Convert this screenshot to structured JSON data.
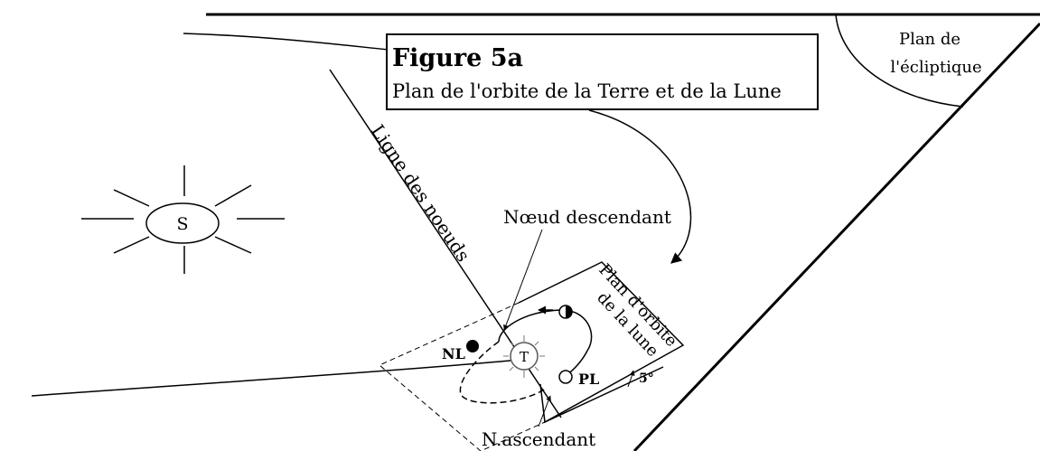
{
  "figure": {
    "title": "Figure 5a",
    "subtitle": "Plan de l'orbite de la Terre et de la Lune"
  },
  "labels": {
    "ecliptic_plane_line1": "Plan de",
    "ecliptic_plane_line2": "l'écliptique",
    "sun": "S",
    "earth": "T",
    "line_of_nodes": "Ligne des noeuds",
    "descending_node": "Nœud descendant",
    "ascending_node": "N.ascendant",
    "moon_orbit_plane_line1": "Plan d'orbite",
    "moon_orbit_plane_line2": "de la lune",
    "new_moon": "NL",
    "full_moon": "PL",
    "inclination": "5°"
  }
}
